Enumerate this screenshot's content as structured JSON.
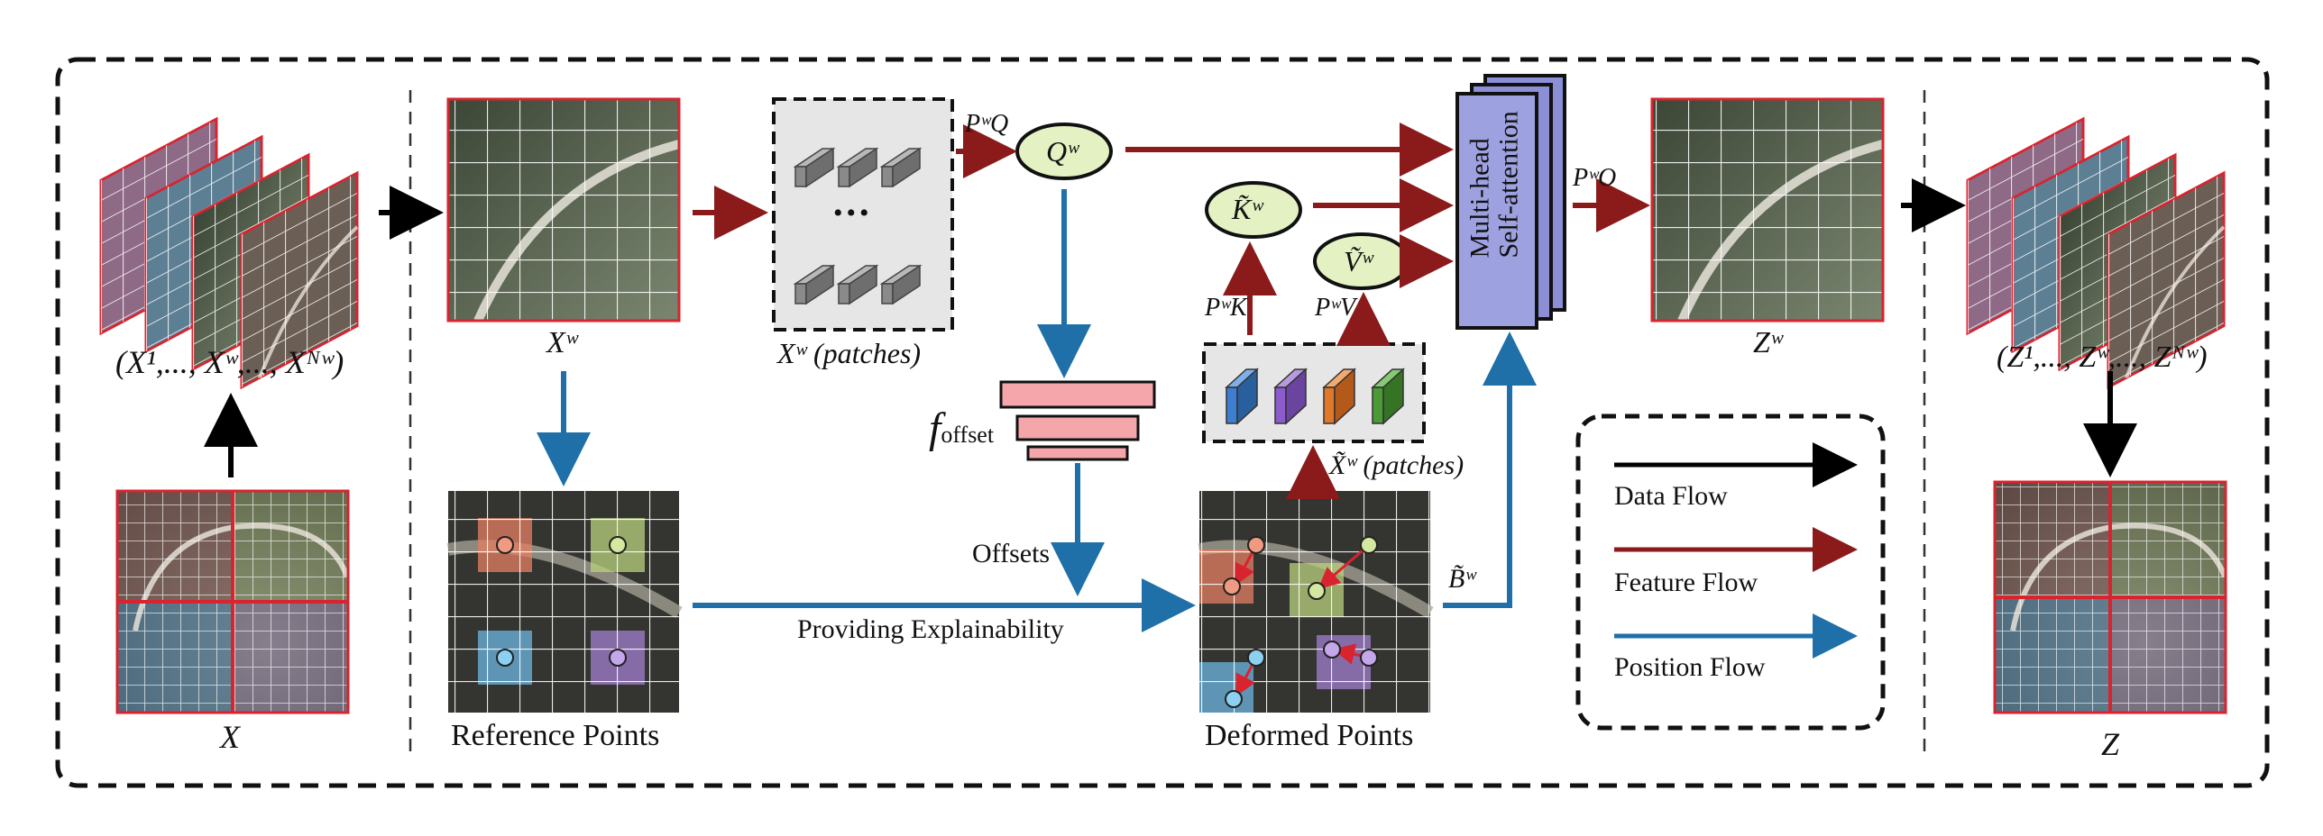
{
  "labels": {
    "input_stack": "(X¹,..., Xʷ,..., Xᴺʷ)",
    "input": "X",
    "window": "Xʷ",
    "patches_q": "Xʷ (patches)",
    "q": "Qʷ",
    "k": "K̃ʷ",
    "v": "Ṽʷ",
    "p_q": "PʷQ",
    "p_k": "PʷK",
    "p_v": "PʷV",
    "p_o": "PʷO",
    "f_offset": "f",
    "f_offset_sub": "offset",
    "offsets": "Offsets",
    "explain": "Providing Explainability",
    "reference": "Reference Points",
    "deformed": "Deformed Points",
    "patches_kv": "X̃ʷ (patches)",
    "b": "B̃ʷ",
    "mha_line1": "Multi-head",
    "mha_line2": "Self-attention",
    "output_window": "Zʷ",
    "output_stack": "(Z¹,..., Zʷ,..., Zᴺʷ)",
    "output": "Z",
    "dots": "•••"
  },
  "legend": {
    "data": "Data Flow",
    "feature": "Feature Flow",
    "position": "Position Flow"
  },
  "colors": {
    "data": "#000000",
    "feature": "#8b1a1a",
    "position": "#1f6fa8",
    "mha": "#8c8fd6",
    "q_node": "#e4f2c3",
    "grid_red": "#d9232e",
    "patch_blue": "#3c7fd1",
    "patch_purple": "#8a5ccc",
    "patch_orange": "#e0782a",
    "patch_green": "#4a9a35"
  }
}
